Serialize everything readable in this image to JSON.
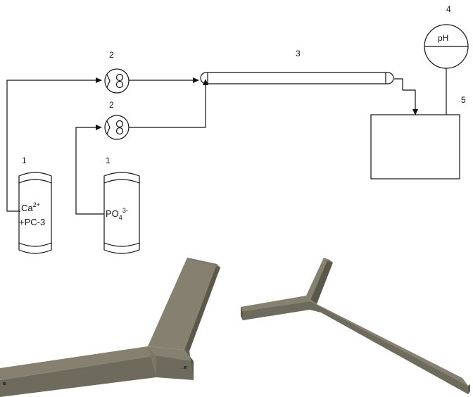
{
  "labels": {
    "reservoir_ca_number": "1",
    "reservoir_po4_number": "1",
    "pump_top_number": "2",
    "pump_bottom_number": "2",
    "mixer_number": "3",
    "ph_meter_number": "4",
    "vessel_number": "5"
  },
  "reservoir_ca": {
    "ion": "Ca",
    "charge": "2+",
    "additive": "+PC-3"
  },
  "reservoir_po4": {
    "ion": "PO",
    "subscript": "4",
    "charge": "3-"
  },
  "ph_meter": {
    "text": "pH"
  },
  "colors": {
    "line": "#111111",
    "chip_top": "#858070",
    "chip_side_dark": "#5b5749",
    "chip_side_mid": "#6e6a5c",
    "chip_end": "#7a7667"
  }
}
